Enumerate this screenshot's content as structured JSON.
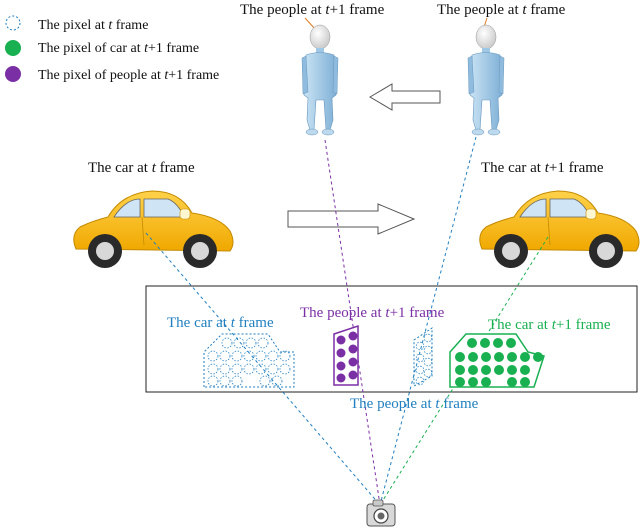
{
  "legend": {
    "items": [
      {
        "prefix": "The pixel at ",
        "var": "t",
        "suffix": " frame"
      },
      {
        "prefix": "The pixel of car at ",
        "var": "t",
        "suffix": "+1 frame"
      },
      {
        "prefix": "The pixel of people at ",
        "var": "t",
        "suffix": "+1 frame"
      }
    ]
  },
  "people": {
    "left": {
      "prefix": "The people at ",
      "var": "t",
      "suffix": "+1 frame"
    },
    "right": {
      "prefix": "The people at ",
      "var": "t",
      "suffix": " frame"
    }
  },
  "cars": {
    "left": {
      "prefix": "The car at ",
      "var": "t",
      "suffix": " frame"
    },
    "right": {
      "prefix": "The car at ",
      "var": "t",
      "suffix": "+1 frame"
    }
  },
  "image_plane": {
    "car_t": {
      "prefix": "The car at ",
      "var": "t",
      "suffix": " frame"
    },
    "people_t1": {
      "prefix": "The people at ",
      "var": "t",
      "suffix": "+1 frame"
    },
    "car_t1": {
      "prefix": "The car at ",
      "var": "t",
      "suffix": "+1 frame"
    },
    "people_t": {
      "prefix": "The people at ",
      "var": "t",
      "suffix": " frame"
    }
  },
  "colors": {
    "blue": "#1f7fc0",
    "green": "#18b050",
    "purple": "#7b2fa5",
    "car_body": "#f4b400",
    "person": "#9fc8e6"
  }
}
